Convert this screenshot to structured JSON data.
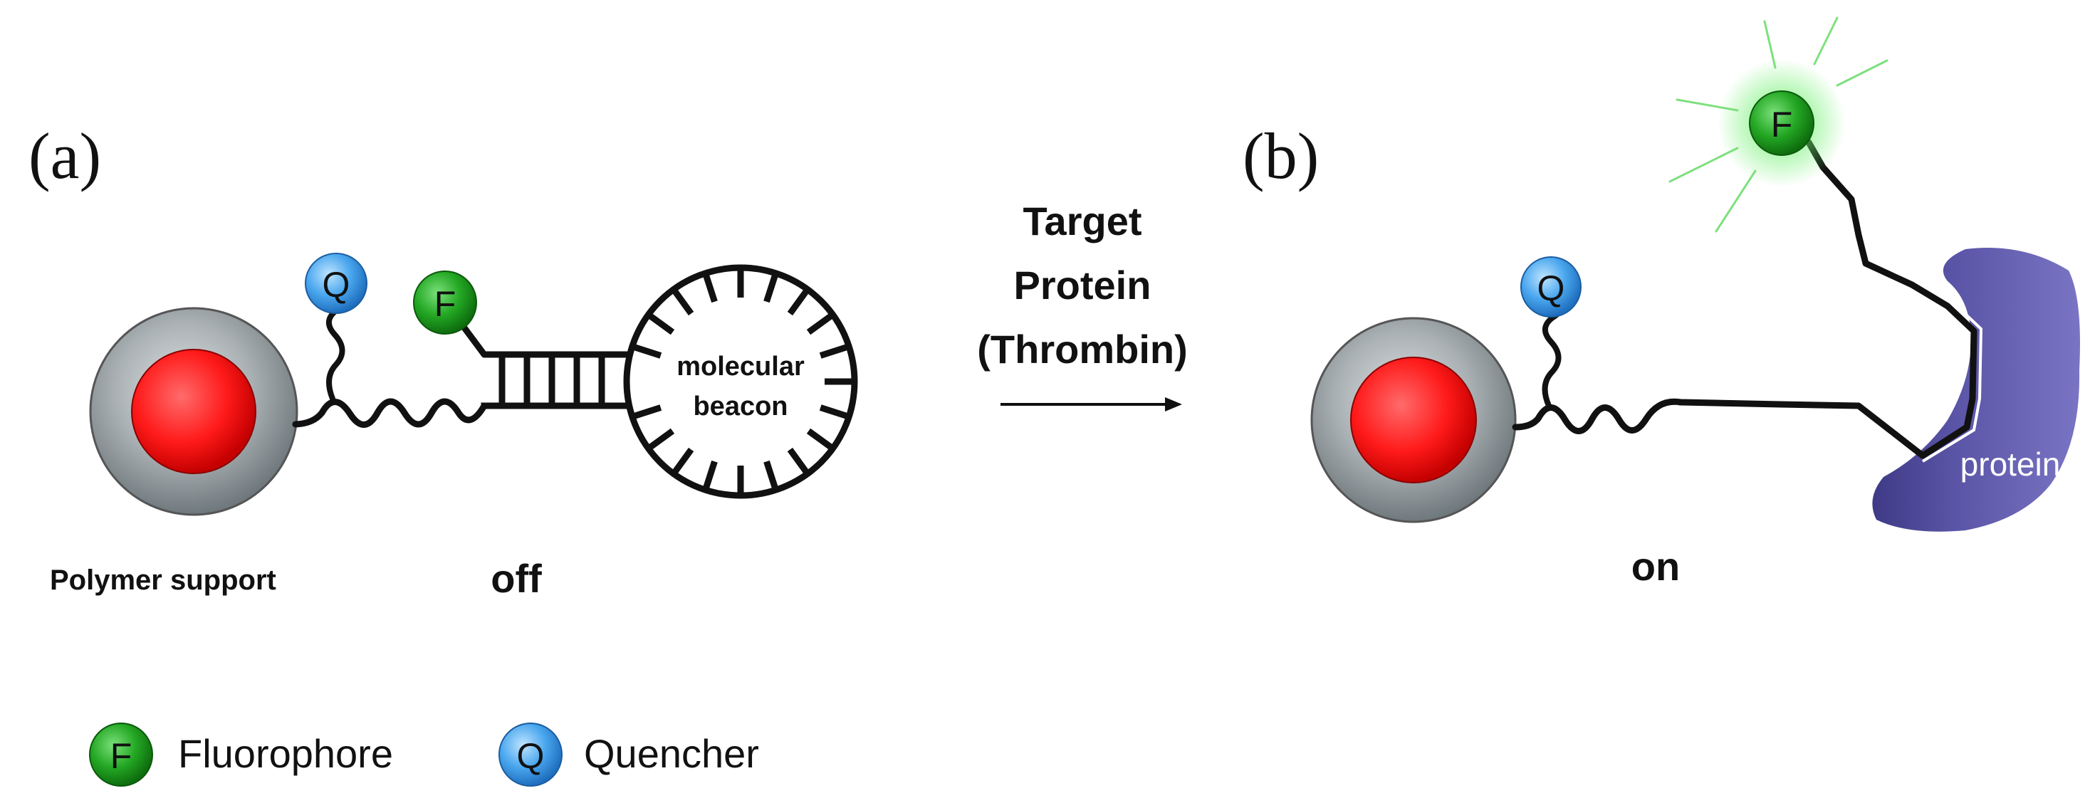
{
  "panels": {
    "a_label": "(a)",
    "b_label": "(b)"
  },
  "panel_a": {
    "support_label": "Polymer support",
    "state_label": "off",
    "beacon_label_line1": "molecular",
    "beacon_label_line2": "beacon",
    "quencher_letter": "Q",
    "fluorophore_letter": "F"
  },
  "arrow": {
    "line1": "Target",
    "line2": "Protein",
    "line3": "(Thrombin)"
  },
  "panel_b": {
    "state_label": "on",
    "protein_label": "protein",
    "quencher_letter": "Q",
    "fluorophore_letter": "F"
  },
  "legend": {
    "fluorophore_letter": "F",
    "fluorophore_label": "Fluorophore",
    "quencher_letter": "Q",
    "quencher_label": "Quencher"
  },
  "colors": {
    "fluorophore": "#1fa31f",
    "quencher": "#3a9be8",
    "core": "#ff1a1a",
    "support": "#9aa2a5",
    "protein": "#5a55a6",
    "glow": "#66ee66"
  }
}
